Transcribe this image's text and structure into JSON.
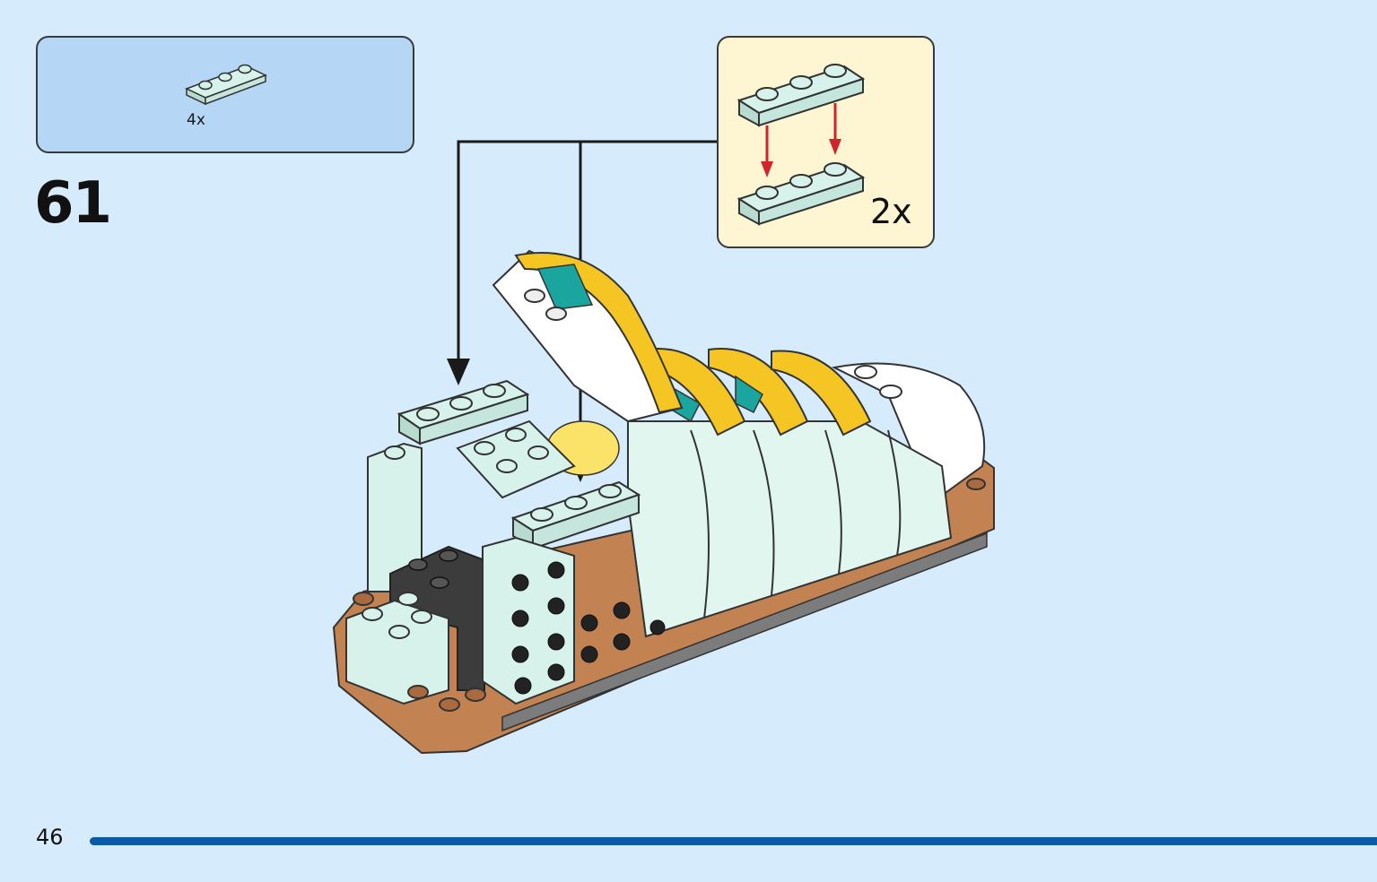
{
  "step": {
    "number": "61",
    "parts_callout": {
      "count_label": "4x",
      "part_icon": "plate-1x3-light-aqua-icon"
    },
    "sub_assembly": {
      "count_label": "2x",
      "arrow_icon": "red-down-arrow-icon"
    }
  },
  "page": {
    "number": "46"
  },
  "colors": {
    "background": "#d6ebfb",
    "parts_box": "#b5d7f5",
    "sub_box": "#fef6d3",
    "brick_aqua": "#d7f2ea",
    "brick_yellow": "#f5c623",
    "brick_teal": "#1aa59f",
    "brick_brown": "#c38251",
    "brick_dark": "#3c3c3c",
    "page_bar": "#0b5aa8",
    "arrow_red": "#d1232a"
  }
}
